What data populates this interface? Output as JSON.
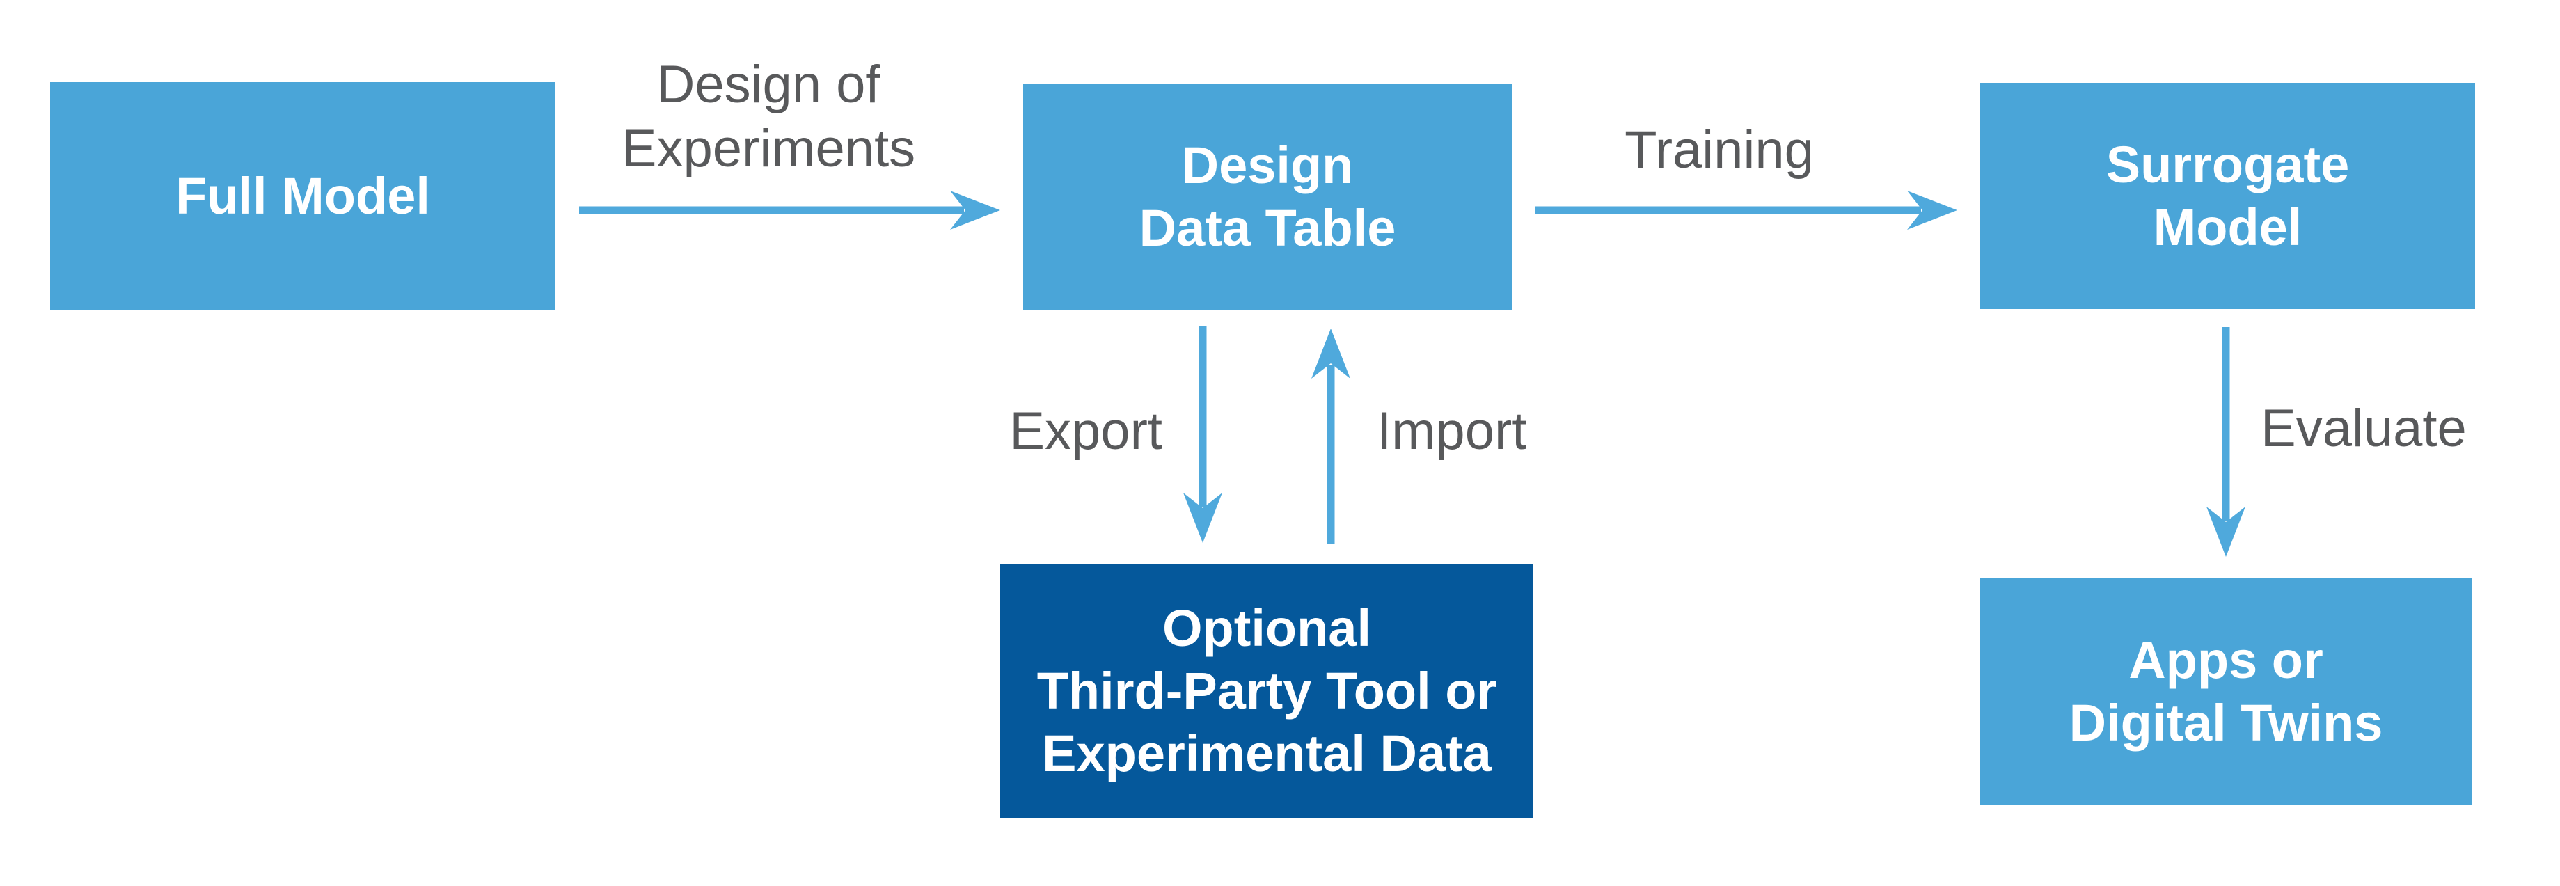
{
  "diagram": {
    "nodes": [
      {
        "id": "full-model",
        "label": "Full Model"
      },
      {
        "id": "design-data-table",
        "label": "Design\nData Table"
      },
      {
        "id": "surrogate-model",
        "label": "Surrogate\nModel"
      },
      {
        "id": "third-party-tool",
        "label": "Optional\nThird-Party Tool or\nExperimental Data"
      },
      {
        "id": "apps-digital-twins",
        "label": "Apps or\nDigital Twins"
      }
    ],
    "edges": [
      {
        "id": "doe",
        "label": "Design of\nExperiments"
      },
      {
        "id": "training",
        "label": "Training"
      },
      {
        "id": "export",
        "label": "Export"
      },
      {
        "id": "import",
        "label": "Import"
      },
      {
        "id": "evaluate",
        "label": "Evaluate"
      }
    ],
    "colors": {
      "node_light_blue": "#4AA5D8",
      "node_dark_blue": "#05589B",
      "arrow_blue": "#4FA9DC",
      "edge_label_gray": "#58595B",
      "node_text": "#FFFFFF",
      "background": "#FFFFFF"
    }
  }
}
